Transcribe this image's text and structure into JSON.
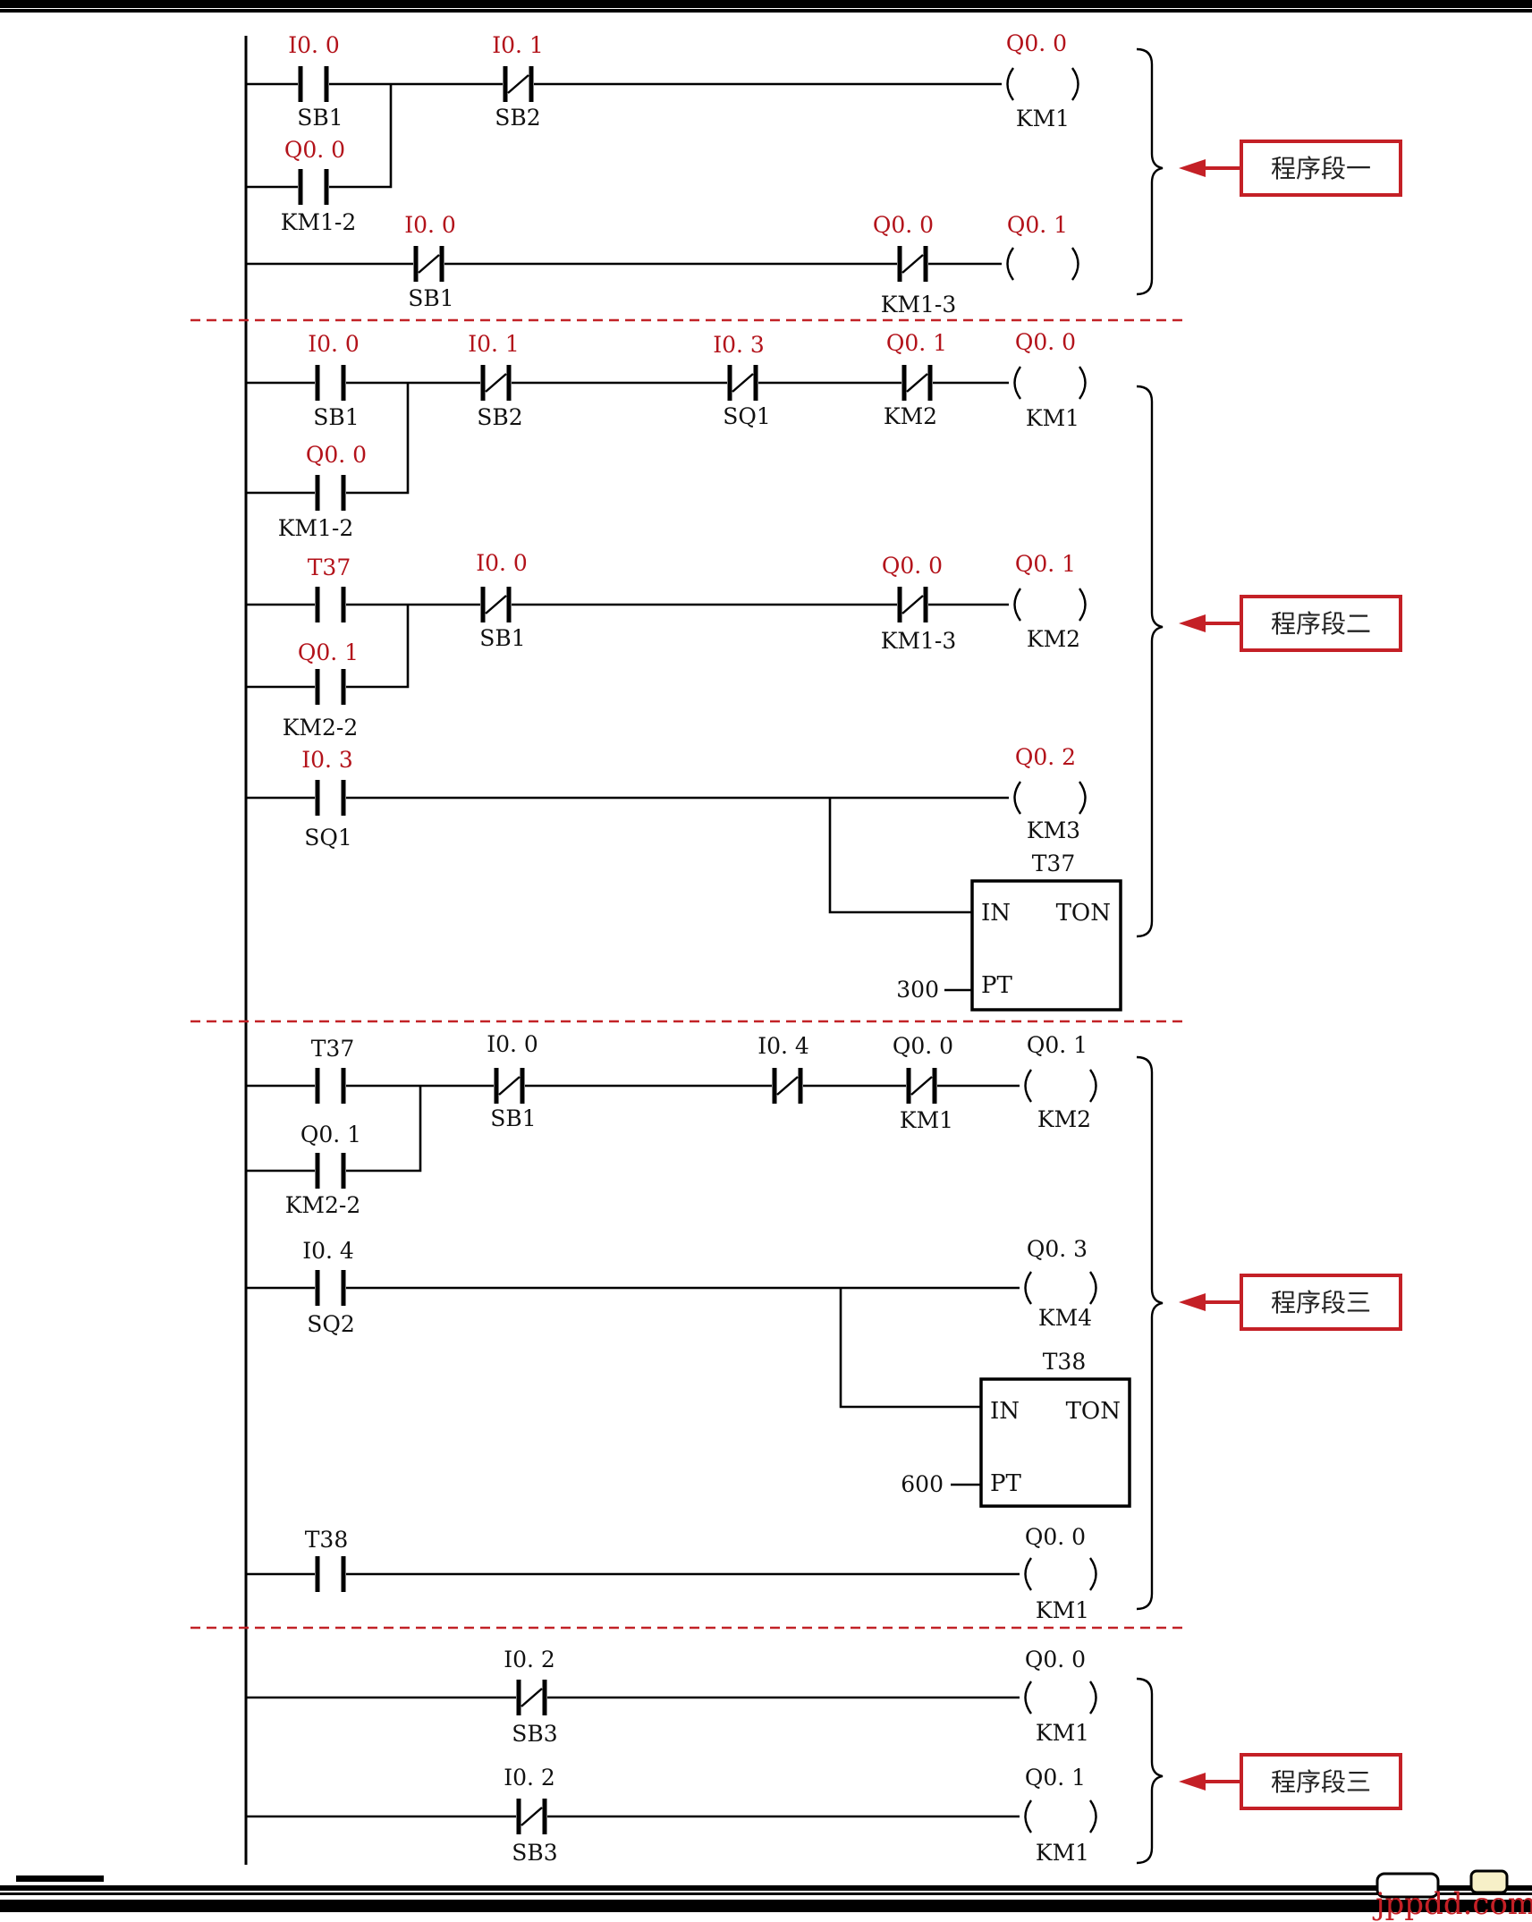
{
  "labels": {
    "r1_c1_addr": "I0. 0",
    "r1_c1_name": "SB1",
    "r1_c2_addr": "I0. 1",
    "r1_c2_name": "SB2",
    "r1_b1_addr": "Q0. 0",
    "r1_b1_name": "KM1-2",
    "r1_coil_addr": "Q0. 0",
    "r1_coil_name": "KM1",
    "r2_c1_addr": "I0. 0",
    "r2_c1_name": "SB1",
    "r2_c2_addr": "Q0. 0",
    "r2_c2_name": "KM1-3",
    "r2_coil_addr": "Q0. 1",
    "r3_c1_addr": "I0. 0",
    "r3_c1_name": "SB1",
    "r3_c2_addr": "I0. 1",
    "r3_c2_name": "SB2",
    "r3_c3_addr": "I0. 3",
    "r3_c3_name": "SQ1",
    "r3_c4_addr": "Q0. 1",
    "r3_c4_name": "KM2",
    "r3_b1_addr": "Q0. 0",
    "r3_b1_name": "KM1-2",
    "r3_coil_addr": "Q0. 0",
    "r3_coil_name": "KM1",
    "r4_c1_addr": "T37",
    "r4_b1_addr": "Q0. 1",
    "r4_b1_name": "KM2-2",
    "r4_c2_addr": "I0. 0",
    "r4_c2_name": "SB1",
    "r4_c3_addr": "Q0. 0",
    "r4_c3_name": "KM1-3",
    "r4_coil_addr": "Q0. 1",
    "r4_coil_name": "KM2",
    "r5_c1_addr": "I0. 3",
    "r5_c1_name": "SQ1",
    "r5_coil_addr": "Q0. 2",
    "r5_coil_name": "KM3",
    "t37_name": "T37",
    "t37_in": "IN",
    "t37_ton": "TON",
    "t37_pt": "PT",
    "t37_preset": "300",
    "r6_c1_addr": "T37",
    "r6_b1_addr": "Q0. 1",
    "r6_b1_name": "KM2-2",
    "r6_c2_addr": "I0. 0",
    "r6_c2_name": "SB1",
    "r6_c3_addr": "I0. 4",
    "r6_c4_addr": "Q0. 0",
    "r6_c4_name": "KM1",
    "r6_coil_addr": "Q0. 1",
    "r6_coil_name": "KM2",
    "r7_c1_addr": "I0. 4",
    "r7_c1_name": "SQ2",
    "r7_coil_addr": "Q0. 3",
    "r7_coil_name": "KM4",
    "t38_name": "T38",
    "t38_in": "IN",
    "t38_ton": "TON",
    "t38_pt": "PT",
    "t38_preset": "600",
    "r8_c1_addr": "T38",
    "r8_coil_addr": "Q0. 0",
    "r8_coil_name": "KM1",
    "r9_c1_addr": "I0. 2",
    "r9_c1_name": "SB3",
    "r9_coil_addr": "Q0. 0",
    "r9_coil_name": "KM1",
    "r10_c1_addr": "I0. 2",
    "r10_c1_name": "SB3",
    "r10_coil_addr": "Q0. 1",
    "r10_coil_name": "KM1"
  },
  "sections": {
    "s1": "程序段一",
    "s2": "程序段二",
    "s3": "程序段三",
    "s4": "程序段三"
  },
  "watermark": "jppdd.com",
  "colors": {
    "address_red": "#b3121a",
    "section_red": "#c42026"
  }
}
